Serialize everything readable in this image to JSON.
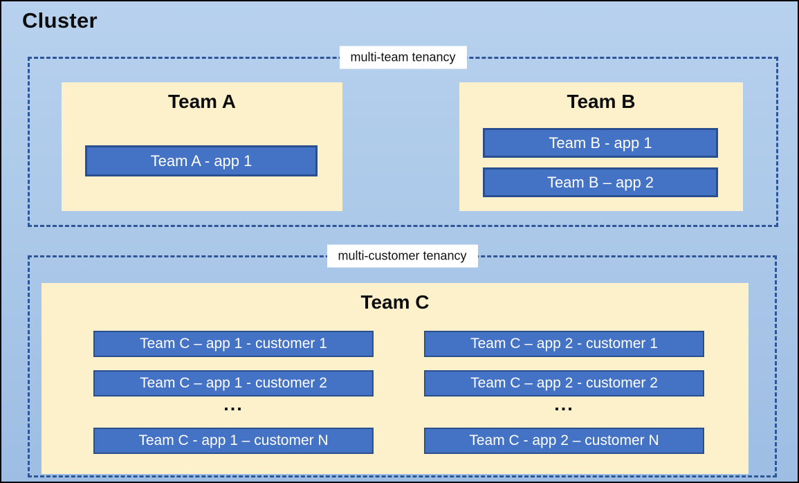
{
  "cluster": {
    "title": "Cluster"
  },
  "colors": {
    "canvas_bg": "#ACC9E9",
    "canvas_border": "#000000",
    "dashed_border": "#2E5597",
    "team_bg": "#FDF1CC",
    "app_bg": "#4472C4",
    "app_border": "#2B4E8F",
    "app_text": "#FFFFFF",
    "label_bg": "#FFFFFF",
    "title_text": "#0D0D0D"
  },
  "groups": [
    {
      "label": "multi-team tenancy",
      "teams": [
        {
          "name": "Team A",
          "apps": [
            "Team A - app 1"
          ]
        },
        {
          "name": "Team B",
          "apps": [
            "Team B - app 1",
            "Team B – app 2"
          ]
        }
      ]
    },
    {
      "label": "multi-customer tenancy",
      "teams": [
        {
          "name": "Team C",
          "columns": [
            {
              "rows": [
                "Team C – app 1 - customer 1",
                "Team C – app 1 - customer 2",
                "...",
                "Team C - app 1 – customer N"
              ]
            },
            {
              "rows": [
                "Team C – app 2 - customer 1",
                "Team C – app 2 - customer 2",
                "...",
                "Team C - app 2 – customer N"
              ]
            }
          ]
        }
      ]
    }
  ]
}
